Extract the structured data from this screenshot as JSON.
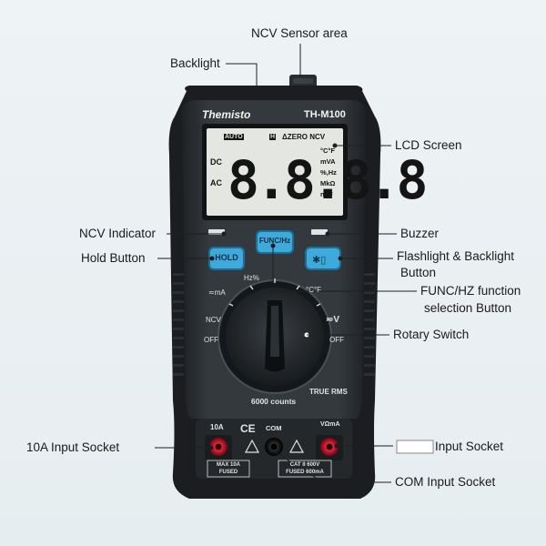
{
  "device": {
    "brand": "Themisto",
    "model": "TH-M100",
    "counts": "6000 counts",
    "true_rms": "TRUE RMS",
    "lcd": {
      "top_row": "AUTO",
      "hold_indicator": "H",
      "zero": "ΔZERO NCV",
      "dc": "DC",
      "ac": "AC",
      "digits": "8.8.8.8",
      "units": [
        "°C°F",
        "mVA",
        "%,Hz",
        "MkΩ",
        "nμF"
      ]
    },
    "buttons": {
      "hold": "HOLD",
      "func": "FUNC/Hz"
    },
    "dial": {
      "labels": [
        "Hz%",
        "≂mA",
        "NCV",
        "OFF",
        "OFF",
        "≂V",
        "°C°F"
      ]
    },
    "sockets": {
      "left_label": "10A",
      "left_fuse": "MAX 10A\nFUSED",
      "com_label": "COM",
      "right_label": "VΩmA",
      "right_fuse": "CAT II 600V\nFUSED 600mA",
      "ce": "CE"
    }
  },
  "callouts": {
    "ncv_sensor": "NCV Sensor area",
    "backlight": "Backlight",
    "lcd_screen": "LCD Screen",
    "ncv_indicator": "NCV Indicator",
    "buzzer": "Buzzer",
    "hold_button": "Hold Button",
    "flashlight_1": "Flashlight & Backlight",
    "flashlight_2": "Button",
    "func_1": "FUNC/HZ function",
    "func_2": "selection Button",
    "rotary": "Rotary Switch",
    "input_10a": "10A Input Socket",
    "input_socket": "Input Socket",
    "com_socket": "COM Input Socket"
  },
  "colors": {
    "body": "#2b2f33",
    "bezel": "#1d2023",
    "lcd": "#e3e6e1",
    "accent_blue": "#3fa9dc",
    "socket_red": "#c3162a"
  }
}
